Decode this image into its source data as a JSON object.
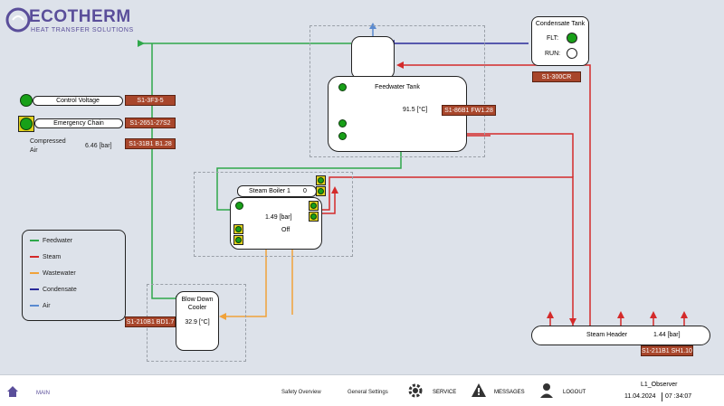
{
  "brand": {
    "name": "ECOTHERM",
    "tagline": "HEAT TRANSFER SOLUTIONS"
  },
  "status": {
    "control_voltage": {
      "label": "Control Voltage",
      "tag": "S1-3F3-5"
    },
    "emergency_chain": {
      "label": "Emergency Chain",
      "tag": "S1-2651-27S2"
    },
    "compressed_air": {
      "label_line1": "Compressed",
      "label_line2": "Air",
      "value": "6.46 [bar]",
      "tag": "S1-31B1 B1.28"
    }
  },
  "condensate_tank": {
    "title": "Condensate Tank",
    "flt": "FLT:",
    "run": "RUN:",
    "tag": "S1-300CR"
  },
  "feedwater_tank": {
    "title": "Feedwater Tank",
    "value": "91.5 [°C]",
    "tag": "S1-86B1 FW1.28"
  },
  "steam_boiler": {
    "title": "Steam Boiler 1",
    "count": "0",
    "pressure": "1.49 [bar]",
    "state": "Off"
  },
  "blowdown_cooler": {
    "title_line1": "Blow Down",
    "title_line2": "Cooler",
    "value": "32.9 [°C]",
    "tag": "S1-210B1 BD1.7"
  },
  "steam_header": {
    "title": "Steam Header",
    "value": "1.44 [bar]",
    "tag": "S1-211B1 SH1.10"
  },
  "legend": {
    "items": [
      {
        "label": "Feedwater",
        "color": "#2ea84a"
      },
      {
        "label": "Steam",
        "color": "#d42a2a"
      },
      {
        "label": "Wastewater",
        "color": "#f0a23a"
      },
      {
        "label": "Condensate",
        "color": "#2a2a9a"
      },
      {
        "label": "Air",
        "color": "#5a8ad0"
      }
    ]
  },
  "footer": {
    "main": "MAIN",
    "safety": "Safety Overview",
    "general": "General Settings",
    "service": "SERVICE",
    "messages": "MESSAGES",
    "logout": "LOGOUT",
    "user": "L1_Observer",
    "date": "11.04.2024",
    "time": "07 :34:07"
  }
}
